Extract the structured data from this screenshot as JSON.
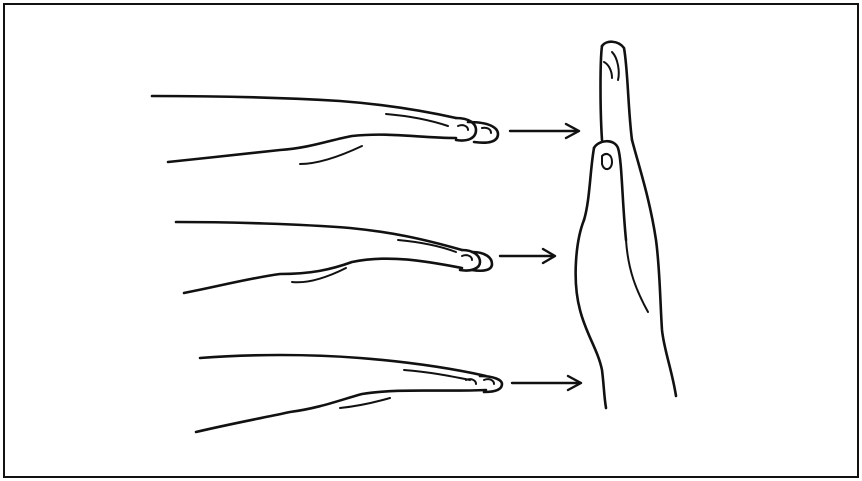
{
  "figure": {
    "background_color": "#ffffff",
    "line_color": "#111111",
    "elements": {
      "border": "frame",
      "hands_left": [
        "hand-fingertips-1",
        "hand-fingertips-2",
        "hand-fingertips-3"
      ],
      "arrows": [
        "arrow-right-1",
        "arrow-right-2",
        "arrow-right-3"
      ],
      "hand_right": "upright-hand-palm"
    }
  }
}
